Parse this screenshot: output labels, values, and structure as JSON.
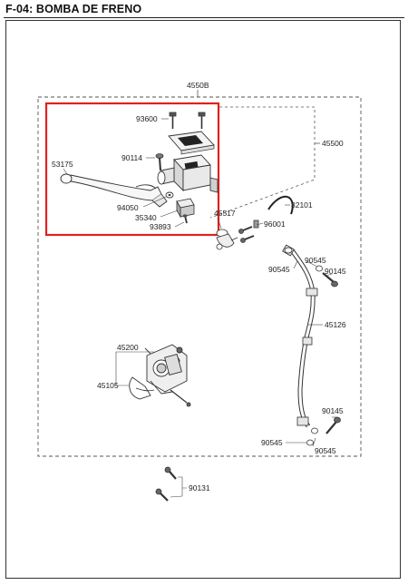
{
  "title": "F-04: BOMBA DE FRENO",
  "highlight_color": "#e0201f",
  "line_color": "#444444",
  "parts": {
    "p4550b": "4550B",
    "p45500": "45500",
    "p93600": "93600",
    "p90114": "90114",
    "p53175": "53175",
    "p94050": "94050",
    "p35340": "35340",
    "p93893": "93893",
    "p45517": "45517",
    "p32101": "32101",
    "p96001": "96001",
    "p90545_a": "90545",
    "p90545_b": "90545",
    "p90145_a": "90145",
    "p45126": "45126",
    "p45200": "45200",
    "p45105": "45105",
    "p90145_b": "90145",
    "p90545_c": "90545",
    "p90545_d": "90545",
    "p90131": "90131"
  }
}
